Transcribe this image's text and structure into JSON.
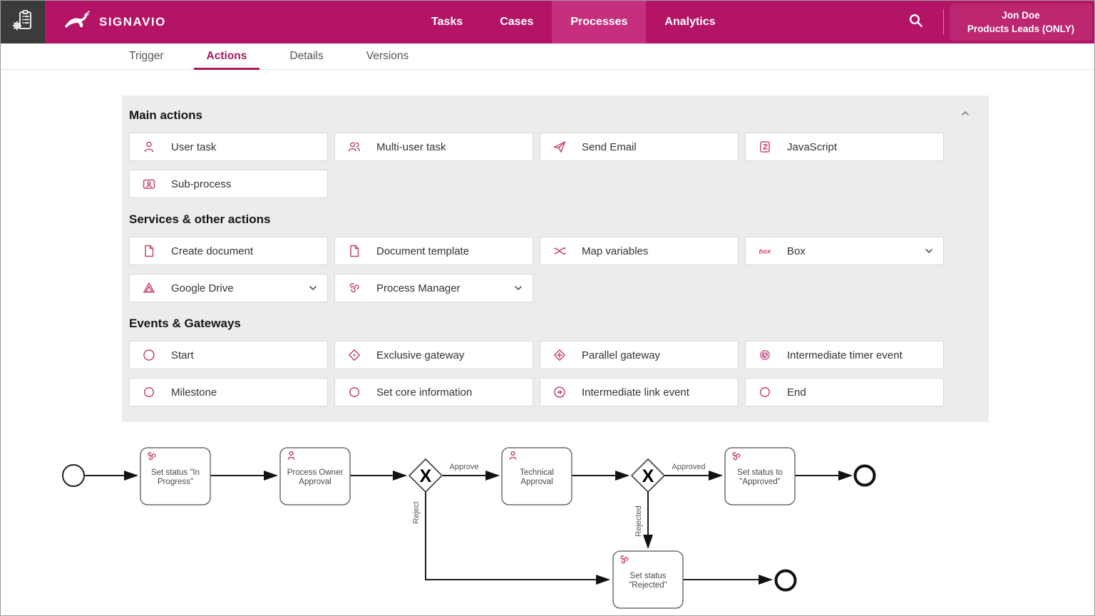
{
  "header": {
    "brand": "SIGNAVIO",
    "nav": [
      {
        "label": "Tasks",
        "active": false
      },
      {
        "label": "Cases",
        "active": false
      },
      {
        "label": "Processes",
        "active": true
      },
      {
        "label": "Analytics",
        "active": false
      }
    ],
    "user": {
      "name": "Jon Doe",
      "role": "Products Leads (ONLY)"
    }
  },
  "tabs": [
    {
      "label": "Trigger",
      "active": false
    },
    {
      "label": "Actions",
      "active": true
    },
    {
      "label": "Details",
      "active": false
    },
    {
      "label": "Versions",
      "active": false
    }
  ],
  "panel": {
    "sections": [
      {
        "title": "Main actions",
        "items": [
          {
            "label": "User task",
            "icon": "user-task-icon"
          },
          {
            "label": "Multi-user task",
            "icon": "multi-user-task-icon"
          },
          {
            "label": "Send Email",
            "icon": "send-email-icon"
          },
          {
            "label": "JavaScript",
            "icon": "javascript-icon"
          },
          {
            "label": "Sub-process",
            "icon": "sub-process-icon"
          }
        ]
      },
      {
        "title": "Services & other actions",
        "items": [
          {
            "label": "Create document",
            "icon": "create-document-icon"
          },
          {
            "label": "Document template",
            "icon": "document-template-icon"
          },
          {
            "label": "Map variables",
            "icon": "map-variables-icon"
          },
          {
            "label": "Box",
            "icon": "box-icon",
            "dropdown": true
          },
          {
            "label": "Google Drive",
            "icon": "google-drive-icon",
            "dropdown": true
          },
          {
            "label": "Process Manager",
            "icon": "process-manager-icon",
            "dropdown": true
          }
        ]
      },
      {
        "title": "Events & Gateways",
        "items": [
          {
            "label": "Start",
            "icon": "start-event-icon"
          },
          {
            "label": "Exclusive gateway",
            "icon": "exclusive-gateway-icon"
          },
          {
            "label": "Parallel gateway",
            "icon": "parallel-gateway-icon"
          },
          {
            "label": "Intermediate timer event",
            "icon": "timer-event-icon"
          },
          {
            "label": "Milestone",
            "icon": "milestone-icon"
          },
          {
            "label": "Set core information",
            "icon": "set-core-information-icon"
          },
          {
            "label": "Intermediate link event",
            "icon": "link-event-icon"
          },
          {
            "label": "End",
            "icon": "end-event-icon"
          }
        ]
      }
    ]
  },
  "diagram": {
    "tasks": [
      {
        "line1": "Set status \"In",
        "line2": "Progress\""
      },
      {
        "line1": "Process Owner",
        "line2": "Approval"
      },
      {
        "line1": "Technical",
        "line2": "Approval"
      },
      {
        "line1": "Set status to",
        "line2": "\"Approved\""
      },
      {
        "line1": "Set status",
        "line2": "\"Rejected\""
      }
    ],
    "gateway_label": "X",
    "edges": {
      "approve": "Approve",
      "approved": "Approved",
      "reject": "Reject",
      "rejected": "Rejected"
    }
  },
  "colors": {
    "header": "#b31466",
    "header_active": "#c62f7d",
    "accent": "#c64479",
    "tab_active": "#a8195f"
  }
}
